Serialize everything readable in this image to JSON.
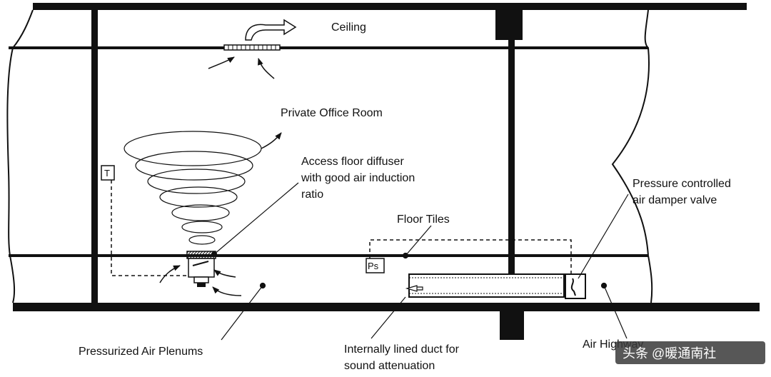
{
  "labels": {
    "ceiling": "Ceiling",
    "room": "Private Office Room",
    "diffuser": [
      "Access floor diffuser",
      "with good air induction",
      "ratio"
    ],
    "floor_tiles": "Floor Tiles",
    "damper": [
      "Pressure controlled",
      "air damper valve"
    ],
    "plenum": "Pressurized Air Plenums",
    "duct": [
      "Internally lined duct for",
      "sound attenuation"
    ],
    "air_highway": "Air Highway"
  },
  "sensors": {
    "temperature": "T",
    "pressure": "Ps"
  },
  "watermark": "头条 @暖通南社",
  "colors": {
    "line": "#111111",
    "background": "#ffffff",
    "watermark_bg": "#3a3a3a"
  }
}
